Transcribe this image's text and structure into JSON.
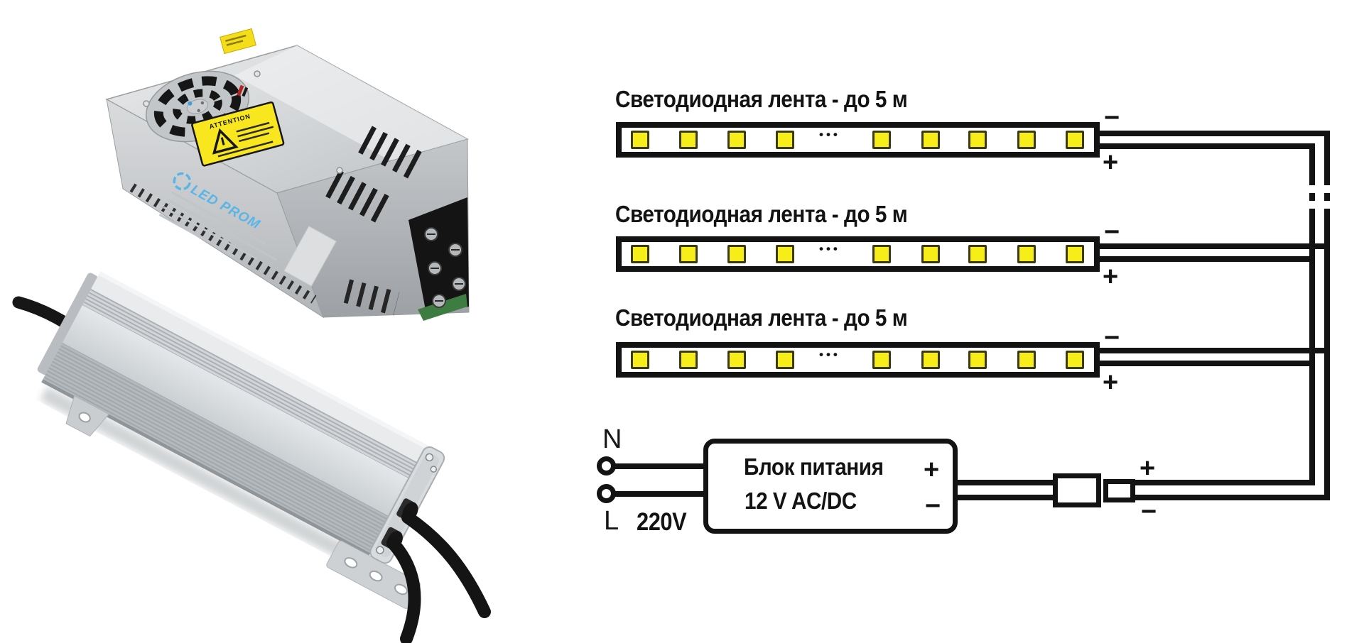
{
  "diagram": {
    "strips": [
      {
        "label": "Светодиодная лента - до 5 м",
        "minus": "−",
        "plus": "+"
      },
      {
        "label": "Светодиодная лента - до 5 м",
        "minus": "−",
        "plus": "+"
      },
      {
        "label": "Светодиодная лента - до 5 м",
        "minus": "−",
        "plus": "+"
      }
    ],
    "dots": "•••",
    "psu": {
      "title": "Блок питания",
      "subtitle": "12 V AC/DC",
      "plus": "+",
      "minus": "−"
    },
    "input": {
      "neutral": "N",
      "line": "L",
      "voltage": "220V"
    },
    "connector": {
      "plus": "+",
      "minus": "−"
    }
  },
  "photos": {
    "mesh_psu": {
      "logo": "LED PROM",
      "warning": "ATTENTION"
    }
  },
  "colors": {
    "wire": "#131313",
    "led_fill": "#f7ee19",
    "led_border": "#3c3a10",
    "sticker_yellow": "#f8e71e",
    "logo_blue": "#5ab5e7"
  }
}
